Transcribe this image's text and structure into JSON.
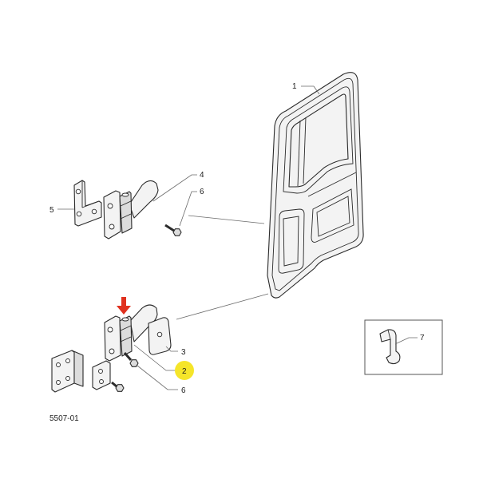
{
  "callouts": {
    "door": "1",
    "lower_hinge": "2",
    "lower_hinge_plate": "3",
    "upper_hinge": "4",
    "upper_plate": "5",
    "upper_bolt": "6",
    "lower_bolt": "6",
    "clip": "7"
  },
  "figure_code": "5507-01",
  "colors": {
    "highlight": "#f5e52a",
    "arrow": "#e0301e"
  }
}
